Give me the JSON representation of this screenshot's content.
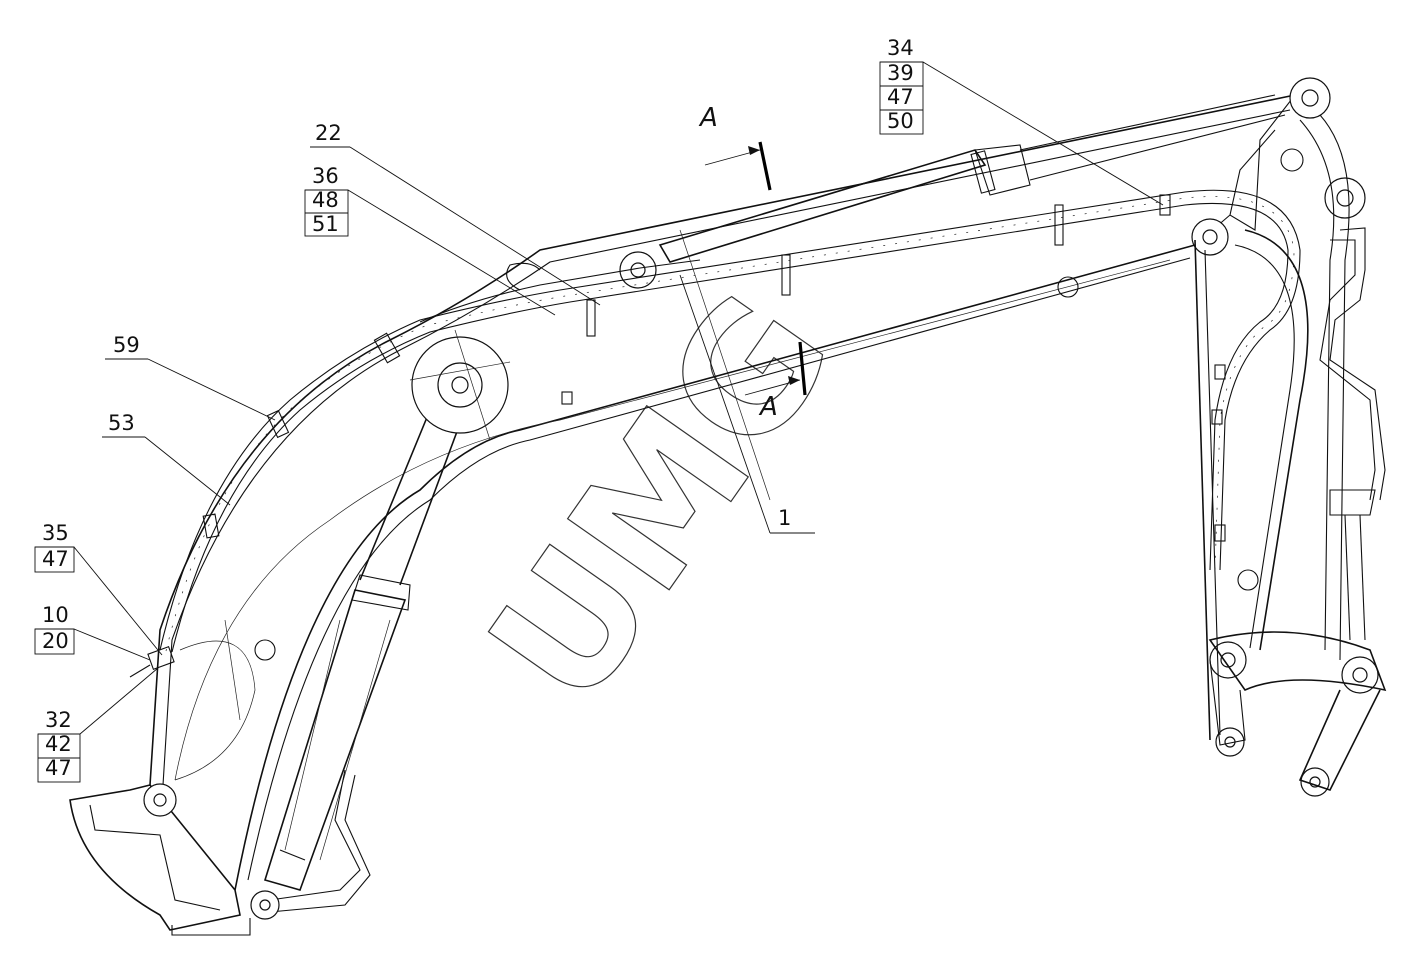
{
  "section_mark": "A",
  "watermark": "UMG",
  "callouts": {
    "c1": [
      "1"
    ],
    "c22": [
      "22"
    ],
    "c36": [
      "36",
      "48",
      "51"
    ],
    "c34": [
      "34",
      "39",
      "47",
      "50"
    ],
    "c59": [
      "59"
    ],
    "c53": [
      "53"
    ],
    "c35": [
      "35",
      "47"
    ],
    "c10": [
      "10",
      "20"
    ],
    "c32": [
      "32",
      "42",
      "47"
    ]
  }
}
